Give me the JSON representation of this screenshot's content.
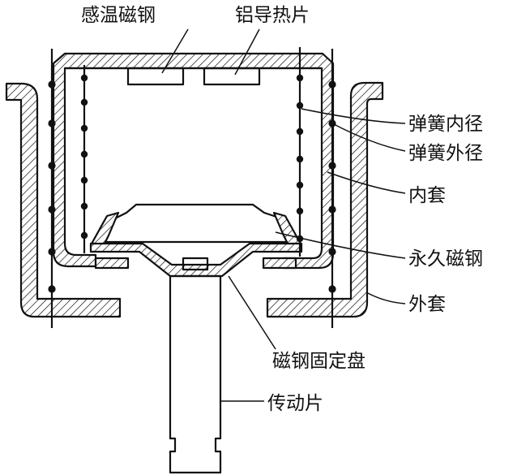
{
  "labels": {
    "sensing_magnet": "感温磁钢",
    "heat_plate": "铝导热片",
    "spring_inner": "弹簧内径",
    "spring_outer": "弹簧外径",
    "inner_sleeve": "内套",
    "permanent_magnet": "永久磁钢",
    "outer_sleeve": "外套",
    "magnet_holder": "磁钢固定盘",
    "drive_plate": "传动片"
  },
  "colors": {
    "line": "#111111",
    "background": "#ffffff"
  }
}
